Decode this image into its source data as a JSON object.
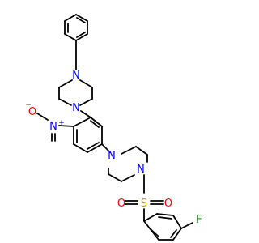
{
  "molecule": {
    "atoms": {
      "n_top": "N",
      "n_piperazine_upper": "N",
      "n_nitro": "N",
      "nitro_plus": "+",
      "o_nitro": "O",
      "nitro_minus": "−",
      "n_piperazine_lower_left": "N",
      "n_piperazine_lower_right": "N",
      "s_sulfonyl": "S",
      "o_sulfonyl_left": "O",
      "o_sulfonyl_right": "O",
      "f_fluoro": "F"
    },
    "colors": {
      "bond": "#000000",
      "nitrogen": "#0000ff",
      "oxygen": "#ff0000",
      "sulfur": "#b8a000",
      "fluorine": "#228b22"
    }
  }
}
